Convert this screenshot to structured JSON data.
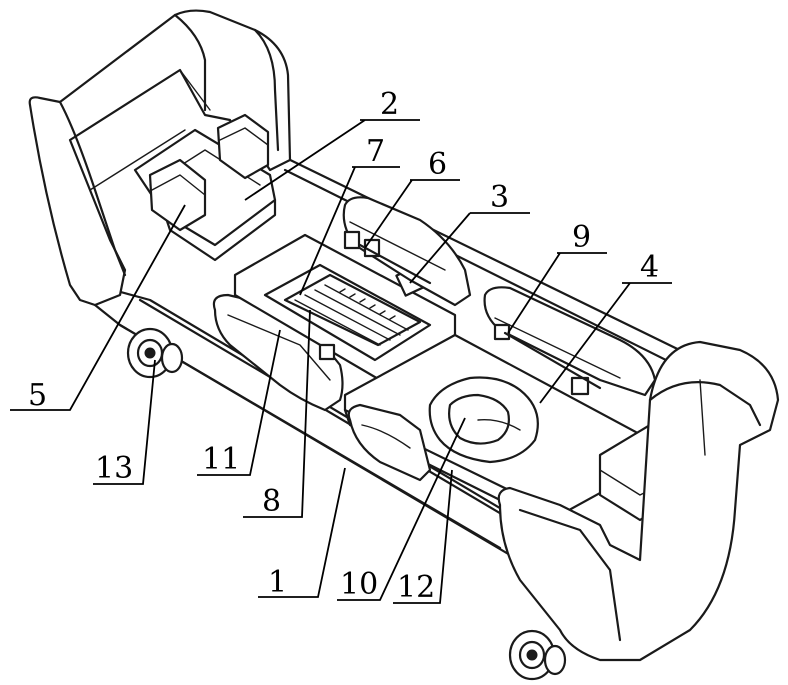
{
  "figure": {
    "labels": [
      {
        "id": "1",
        "text": "1"
      },
      {
        "id": "2",
        "text": "2"
      },
      {
        "id": "3",
        "text": "3"
      },
      {
        "id": "4",
        "text": "4"
      },
      {
        "id": "5",
        "text": "5"
      },
      {
        "id": "6",
        "text": "6"
      },
      {
        "id": "7",
        "text": "7"
      },
      {
        "id": "8",
        "text": "8"
      },
      {
        "id": "9",
        "text": "9"
      },
      {
        "id": "10",
        "text": "10"
      },
      {
        "id": "11",
        "text": "11"
      },
      {
        "id": "12",
        "text": "12"
      },
      {
        "id": "13",
        "text": "13"
      }
    ]
  },
  "colors": {
    "ink": "#1a1a1a",
    "background": "#ffffff"
  }
}
